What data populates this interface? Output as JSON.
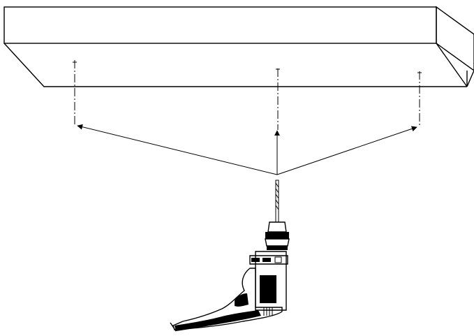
{
  "diagram": {
    "elements": [
      {
        "name": "ceiling-slab-hatched"
      },
      {
        "name": "drill-hole-left"
      },
      {
        "name": "drill-hole-center"
      },
      {
        "name": "drill-hole-right"
      },
      {
        "name": "arrow-to-left-hole"
      },
      {
        "name": "arrow-to-center-hole"
      },
      {
        "name": "arrow-to-right-hole"
      },
      {
        "name": "power-drill"
      }
    ],
    "colors": {
      "line": "#000000",
      "background": "#ffffff",
      "drill_handle_light": "#ffffff",
      "drill_dark": "#000000"
    },
    "icons": [
      "drill-icon",
      "arrow-icon",
      "hatched-slab-icon"
    ]
  }
}
